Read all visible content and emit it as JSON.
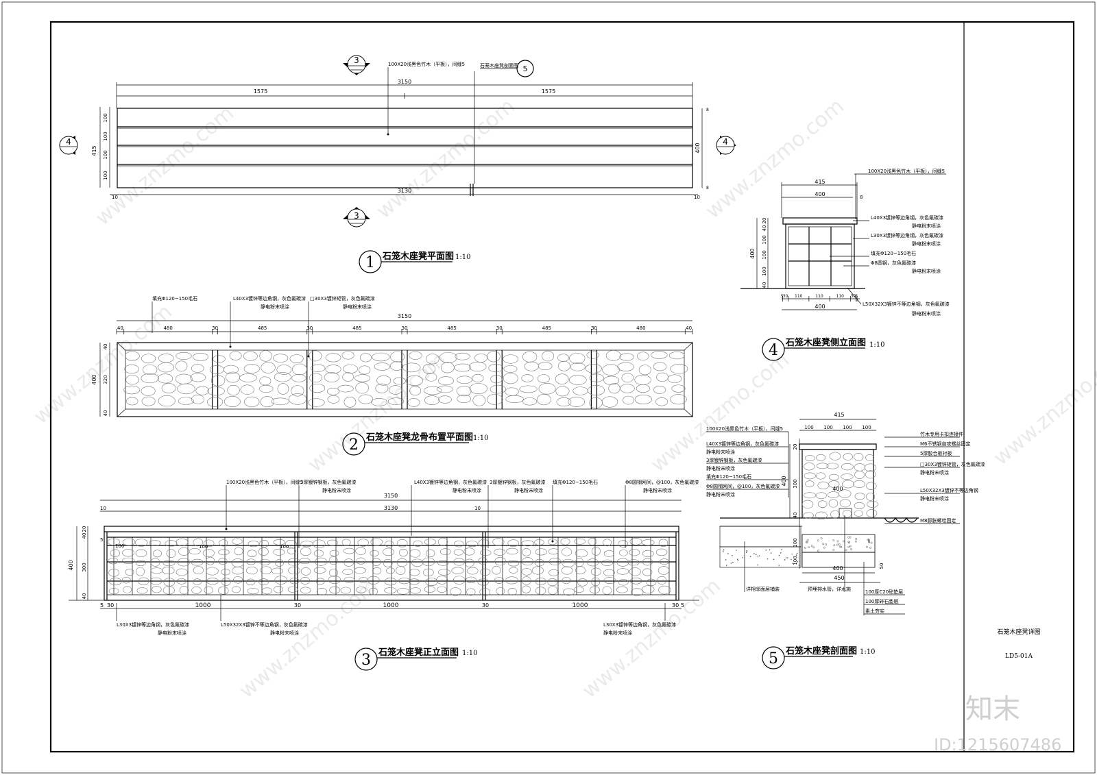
{
  "sheet": {
    "sheet_title": "石笼木座凳详图",
    "sheet_number": "LD5-01A"
  },
  "watermark": {
    "url": "www.znzmo.com",
    "logo": "知末",
    "id_label": "ID:1215607486"
  },
  "views": {
    "v1": {
      "num": "1",
      "title": "石笼木座凳平面图",
      "scale": "1:10"
    },
    "v2": {
      "num": "2",
      "title": "石笼木座凳龙骨布置平面图",
      "scale": "1:10"
    },
    "v3": {
      "num": "3",
      "title": "石笼木座凳正立面图",
      "scale": "1:10"
    },
    "v4": {
      "num": "4",
      "title": "石笼木座凳侧立面图",
      "scale": "1:10"
    },
    "v5": {
      "num": "5",
      "title": "石笼木座凳剖面图",
      "scale": "1:10"
    }
  },
  "section_marks": {
    "s3": "3",
    "s4": "4",
    "s5": "5"
  },
  "plan": {
    "dims": {
      "total": "3150",
      "half_l": "1575",
      "half_r": "1575",
      "inner": "3130",
      "end_l": "10",
      "end_r": "10",
      "left_total": "415",
      "left_row1": "100",
      "left_row2": "100",
      "left_row3": "100",
      "left_row4": "100",
      "right_total": "400",
      "right_top": "8",
      "right_bot": "8"
    },
    "notes": {
      "plank": "100X20浅黑色竹木（平板），间缝5",
      "section_ref": "石笼木座凳剖面图"
    }
  },
  "keel": {
    "dims": {
      "total": "3150",
      "segs": [
        "40",
        "480",
        "30",
        "485",
        "30",
        "485",
        "30",
        "485",
        "30",
        "485",
        "30",
        "480",
        "40"
      ],
      "left_total": "400",
      "left_top": "40",
      "left_mid": "320",
      "left_bot": "40"
    },
    "notes": {
      "fill": "填充Φ120~150毛石",
      "angle": "L40X3镀锌等边角钢，灰色氟碳漆",
      "angle2": "静电粉末喷涂",
      "tube": "□30X3镀锌矩管，灰色氟碳漆",
      "tube2": "静电粉末喷涂"
    }
  },
  "elev": {
    "dims": {
      "total": "3150",
      "inner": "3130",
      "end_l": "10",
      "end_r": "10",
      "bot_l1": "5",
      "bot_l2": "30",
      "bot_1000a": "1000",
      "bot_30a": "30",
      "bot_1000b": "1000",
      "bot_30b": "30",
      "bot_1000c": "1000",
      "bot_r1": "30",
      "bot_r2": "5",
      "left_total": "400",
      "left_20": "20",
      "left_40": "40",
      "left_5": "5",
      "left_300": "300",
      "left_40b": "40",
      "in_100a": "100",
      "in_100b": "100",
      "in_100c": "100"
    },
    "notes": {
      "plank": "100X20浅黑色竹木（平板），间缝5",
      "plate": "3厚镀锌钢板，灰色氟碳漆",
      "plate2": "静电粉末喷涂",
      "angle": "L40X3镀锌等边角钢，灰色氟碳漆",
      "angle2": "静电粉末喷涂",
      "plate_b": "3厚镀锌钢板，灰色氟碳漆",
      "plate_b2": "静电粉末喷涂",
      "fill": "填充Φ120~150毛石",
      "mesh": "Φ8圆钢网间，@100，灰色氟碳漆",
      "mesh2": "静电粉末喷涂",
      "bot1": "L30X3镀锌等边角钢，灰色氟碳漆",
      "bot1b": "静电粉末喷涂",
      "bot2": "L50X32X3镀锌不等边角钢，灰色氟碳漆",
      "bot2b": "静电粉末喷涂",
      "bot3": "L30X3镀锌等边角钢，灰色氟碳漆",
      "bot3b": "静电粉末喷涂"
    }
  },
  "side": {
    "dims": {
      "top_total": "415",
      "top_inner": "400",
      "top_8": "8",
      "left_20": "20",
      "left_40": "40",
      "left_100a": "100",
      "left_100b": "100",
      "left_100c": "100",
      "left_40b": "40",
      "left_total": "400",
      "bot": [
        "5",
        "30",
        "110",
        "110",
        "110",
        "30",
        "5"
      ],
      "bot_total": "400"
    },
    "notes": {
      "plank": "100X20浅黑色竹木（平板），间缝5",
      "n1": "L40X3镀锌等边角钢，灰色氟碳漆",
      "n1b": "静电粉末喷涂",
      "n2": "L30X3镀锌等边角钢，灰色氟碳漆",
      "n2b": "静电粉末喷涂",
      "n3": "填充Φ120~150毛石",
      "n4": "Φ8圆钢，灰色氟碳漆",
      "n4b": "静电粉末喷涂",
      "n5": "L50X32X3镀锌不等边角钢，灰色氟碳漆",
      "n5b": "静电粉末喷涂"
    }
  },
  "sect": {
    "dims": {
      "top_total": "415",
      "top": [
        "100",
        "100",
        "100",
        "100"
      ],
      "w400": "400",
      "w400b": "400",
      "w450": "450",
      "left_total": "400",
      "left_20": "20",
      "left_300": "300",
      "left_40": "40",
      "left_100a": "100",
      "left_100b": "100",
      "right_50": "50"
    },
    "notes_l": [
      "100X20浅黑色竹木（平板），间缝5",
      "L40X3镀锌等边角钢，灰色氟碳漆",
      "静电粉末喷涂",
      "3厚镀锌钢板，灰色氟碳漆",
      "静电粉末喷涂",
      "填充Φ120~150毛石",
      "Φ8圆钢网间，@100，灰色氟碳漆",
      "静电粉末喷涂"
    ],
    "notes_r": [
      "竹木专用卡扣连接件",
      "M6不锈钢自攻螺丝固定",
      "5厚胶合板衬板",
      "□30X3镀锌矩管，灰色氟碳漆",
      "静电粉末喷涂",
      "L50X32X3镀锌不等边角钢",
      "静电粉末喷涂",
      "M8膨胀螺栓固定"
    ],
    "notes_b": [
      "详相邻面层铺装",
      "预埋排水管，详水施",
      "100厚C20砼垫层",
      "100厚碎石垫层",
      "素土夯实"
    ]
  }
}
